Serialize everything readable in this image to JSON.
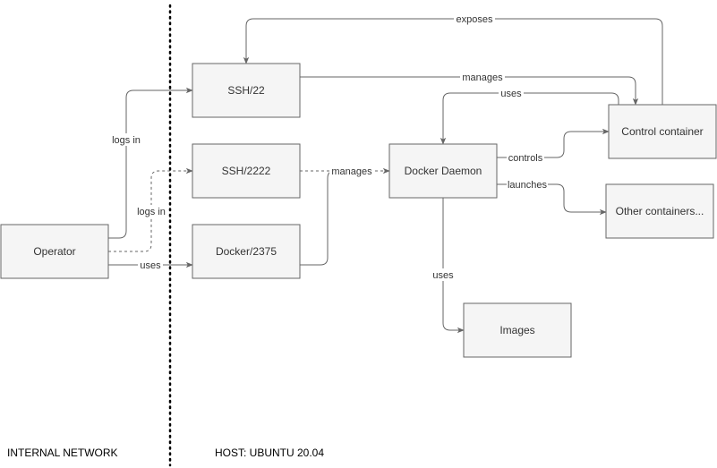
{
  "zones": {
    "internal_network": "INTERNAL NETWORK",
    "host": "HOST: UBUNTU 20.04"
  },
  "nodes": {
    "operator": "Operator",
    "ssh22": "SSH/22",
    "ssh2222": "SSH/2222",
    "docker2375": "Docker/2375",
    "docker_daemon": "Docker Daemon",
    "control_container": "Control container",
    "other_containers": "Other containers...",
    "images": "Images"
  },
  "edges": {
    "operator_ssh22": "logs in",
    "operator_ssh2222": "logs in",
    "operator_docker2375": "uses",
    "control_exposes_ssh22": "exposes",
    "ssh22_manages_control": "manages",
    "control_uses_daemon": "uses",
    "ssh2222_manages_daemon": "manages",
    "daemon_controls_control": "controls",
    "daemon_launches_others": "launches",
    "daemon_uses_images": "uses"
  },
  "colors": {
    "node_fill": "#f5f5f5",
    "node_stroke": "#666666",
    "edge": "#666666",
    "text": "#333333"
  }
}
